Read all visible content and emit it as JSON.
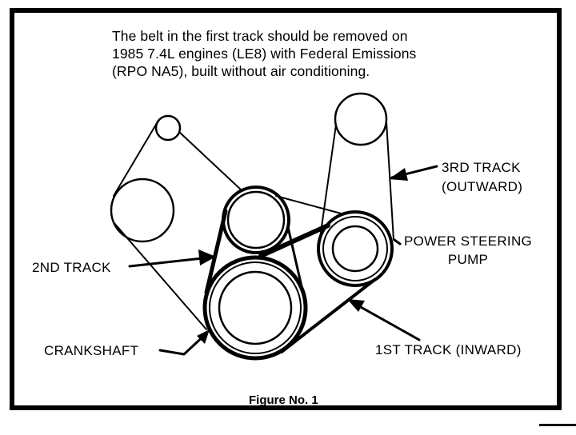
{
  "note_lines": [
    "The belt in the first track should be removed on",
    "1985 7.4L engines (LE8) with Federal Emissions",
    "(RPO NA5), built without air conditioning."
  ],
  "labels": {
    "third_track_line1": "3RD TRACK",
    "third_track_line2": "(OUTWARD)",
    "power_steering_line1": "POWER STEERING",
    "power_steering_line2": "PUMP",
    "second_track": "2ND TRACK",
    "crankshaft": "CRANKSHAFT",
    "first_track": "1ST TRACK (INWARD)"
  },
  "caption": "Figure No. 1",
  "colors": {
    "ink": "#000000",
    "paper": "#ffffff"
  }
}
